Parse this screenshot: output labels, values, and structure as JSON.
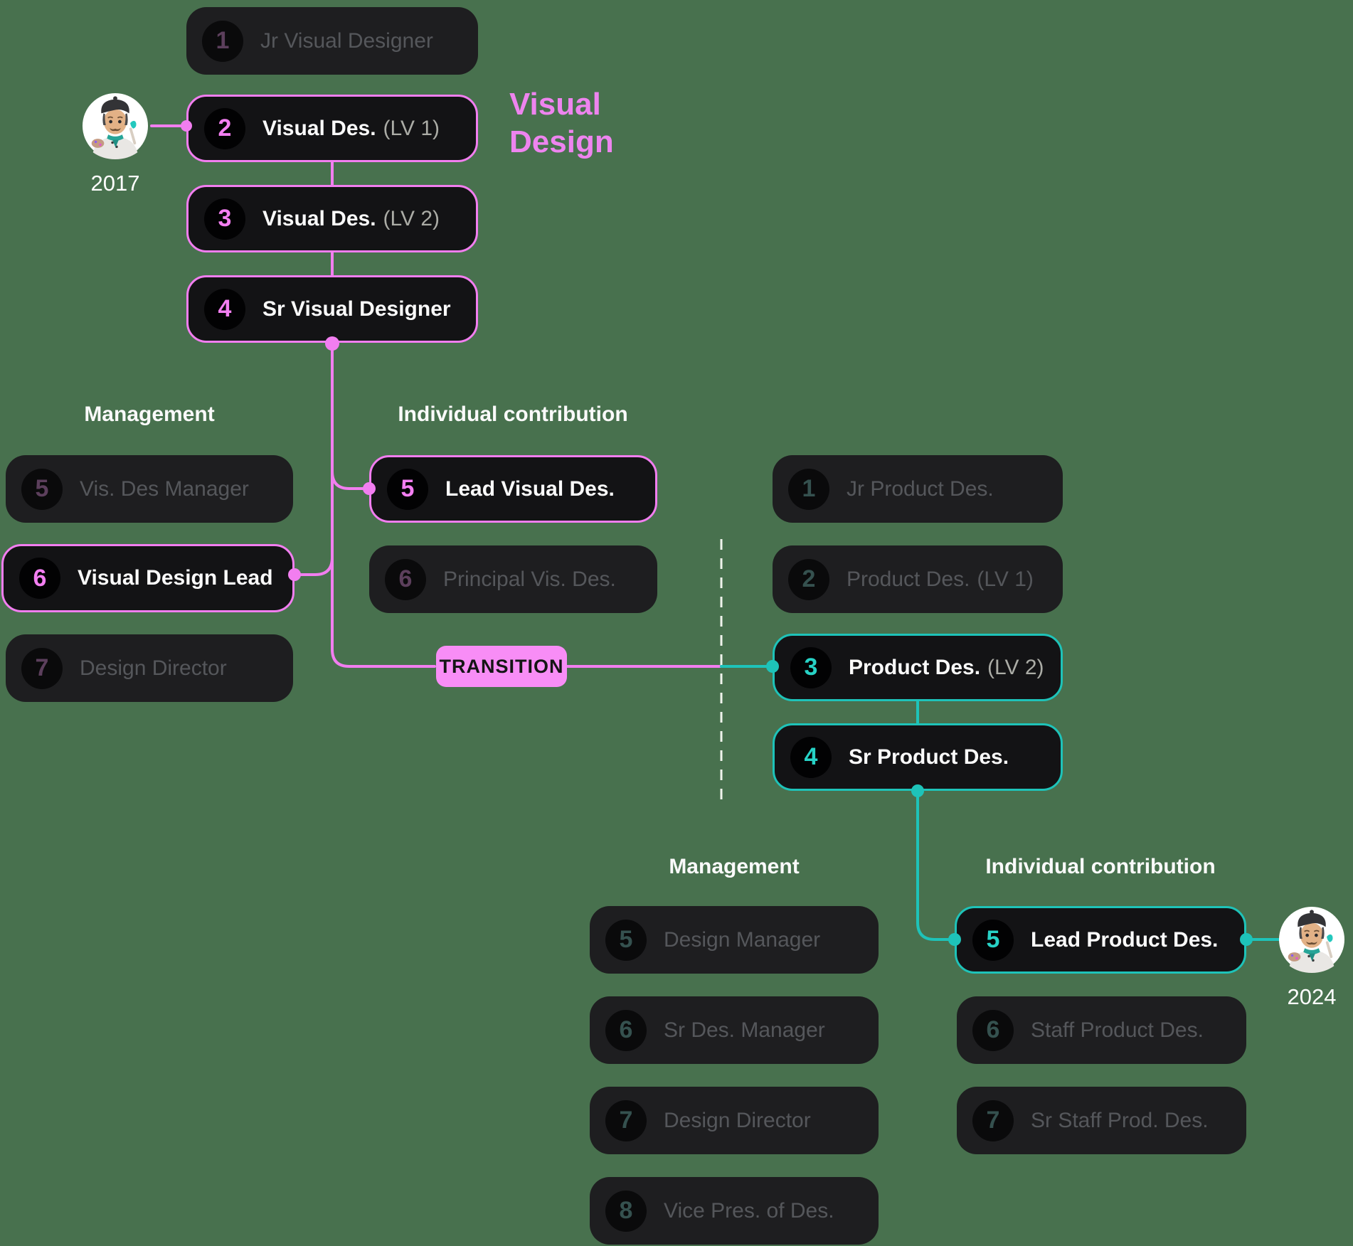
{
  "canvas": {
    "background": "#48714E"
  },
  "palette": {
    "pink": "#F27EF0",
    "pink_badge_fill": "#F88DF6",
    "teal": "#1EC3B9",
    "box_active": "#131315",
    "box_dimmed": "#1E1E20",
    "text_dimmed": "#55575B",
    "text_white": "#FAFAFA",
    "divider_dash": "#EFF3EC"
  },
  "title": {
    "line1": "Visual",
    "line2": "Design"
  },
  "transition": {
    "label": "TRANSITION"
  },
  "milestones": {
    "start_year": "2017",
    "end_year": "2024",
    "avatar_icon": "artist-avatar"
  },
  "visual_track": {
    "management_header": "Management",
    "ic_header": "Individual contribution",
    "ladder": [
      {
        "num": "1",
        "label": "Jr Visual Designer"
      },
      {
        "num": "2",
        "label": "Visual Des.",
        "suffix": "(LV 1)"
      },
      {
        "num": "3",
        "label": "Visual Des.",
        "suffix": "(LV 2)"
      },
      {
        "num": "4",
        "label": "Sr Visual Designer"
      }
    ],
    "management": [
      {
        "num": "5",
        "label": "Vis. Des Manager"
      },
      {
        "num": "6",
        "label": "Visual Design Lead"
      },
      {
        "num": "7",
        "label": "Design Director"
      }
    ],
    "individual_contribution": [
      {
        "num": "5",
        "label": "Lead Visual Des."
      },
      {
        "num": "6",
        "label": "Principal Vis. Des."
      }
    ]
  },
  "product_track": {
    "management_header": "Management",
    "ic_header": "Individual contribution",
    "ladder": [
      {
        "num": "1",
        "label": "Jr Product Des."
      },
      {
        "num": "2",
        "label": "Product Des.",
        "suffix": "(LV 1)"
      },
      {
        "num": "3",
        "label": "Product Des.",
        "suffix": "(LV 2)"
      },
      {
        "num": "4",
        "label": "Sr Product Des."
      }
    ],
    "management": [
      {
        "num": "5",
        "label": "Design Manager"
      },
      {
        "num": "6",
        "label": "Sr Des. Manager"
      },
      {
        "num": "7",
        "label": "Design Director"
      },
      {
        "num": "8",
        "label": "Vice Pres. of Des."
      }
    ],
    "individual_contribution": [
      {
        "num": "5",
        "label": "Lead Product Des."
      },
      {
        "num": "6",
        "label": "Staff Product Des."
      },
      {
        "num": "7",
        "label": "Sr Staff Prod. Des."
      }
    ]
  }
}
